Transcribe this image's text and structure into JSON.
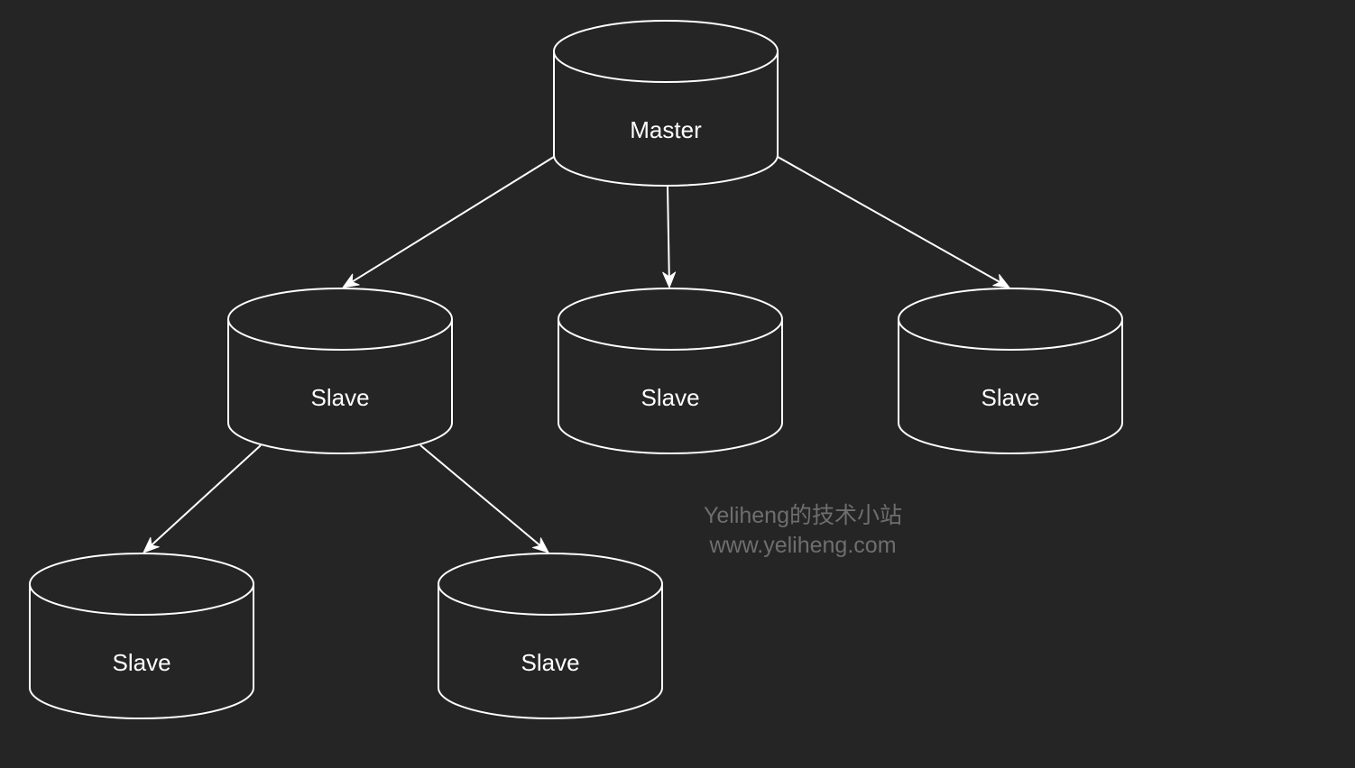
{
  "diagram": {
    "background": "#252525",
    "stroke_color": "#ffffff",
    "nodes": [
      {
        "id": "master",
        "label": "Master",
        "shape": "database-cylinder"
      },
      {
        "id": "slave-mid-left",
        "label": "Slave",
        "shape": "database-cylinder"
      },
      {
        "id": "slave-mid-center",
        "label": "Slave",
        "shape": "database-cylinder"
      },
      {
        "id": "slave-mid-right",
        "label": "Slave",
        "shape": "database-cylinder"
      },
      {
        "id": "slave-bottom-left",
        "label": "Slave",
        "shape": "database-cylinder"
      },
      {
        "id": "slave-bottom-right",
        "label": "Slave",
        "shape": "database-cylinder"
      }
    ],
    "edges": [
      {
        "from": "master",
        "to": "slave-mid-left"
      },
      {
        "from": "master",
        "to": "slave-mid-center"
      },
      {
        "from": "master",
        "to": "slave-mid-right"
      },
      {
        "from": "slave-mid-left",
        "to": "slave-bottom-left"
      },
      {
        "from": "slave-mid-left",
        "to": "slave-bottom-right"
      }
    ]
  },
  "watermark": {
    "line1": "Yeliheng的技术小站",
    "line2": "www.yeliheng.com",
    "color": "#6e6e6e"
  }
}
